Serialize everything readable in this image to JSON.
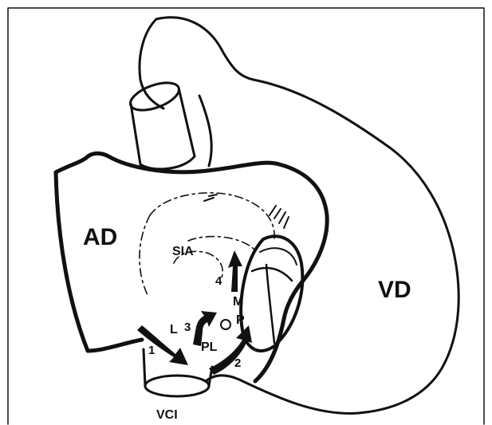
{
  "labels": {
    "right_atrium": "AD",
    "right_ventricle": "VD",
    "inferior_vena_cava": "VCI",
    "sia": "SIA",
    "l": "L",
    "pl": "PL",
    "p": "P",
    "m": "M"
  },
  "arrows": {
    "a1": "1",
    "a2": "2",
    "a3": "3",
    "a4": "4"
  },
  "colors": {
    "ink": "#111111",
    "paper": "#ffffff"
  }
}
